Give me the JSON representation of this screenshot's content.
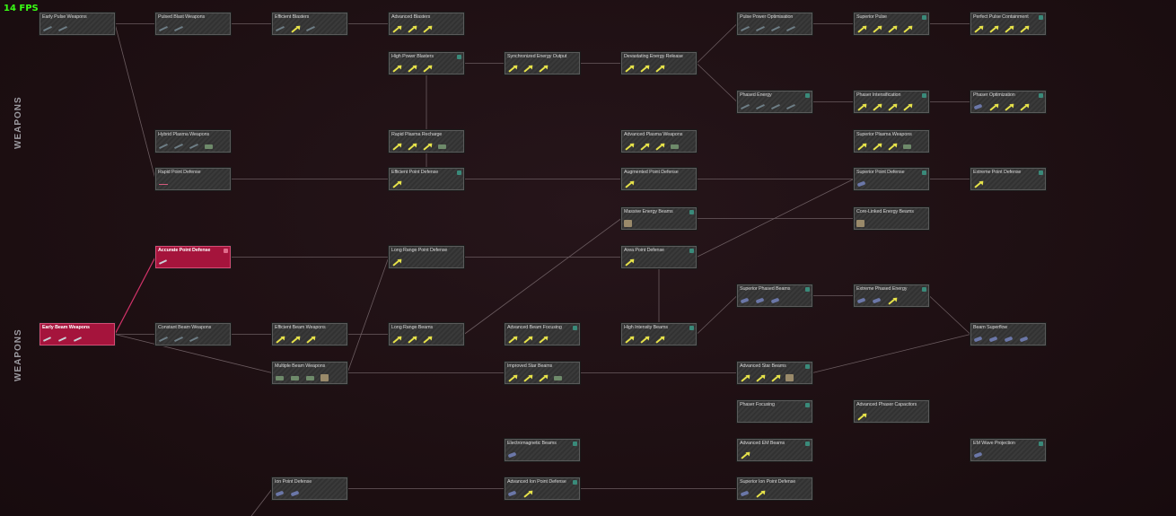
{
  "fps": "14 FPS",
  "sections": [
    "WEAPONS",
    "WEAPONS"
  ],
  "nodes": [
    {
      "title": "Early Pulse Weapons",
      "icons": [
        "g",
        "g"
      ],
      "status": false,
      "selected": false
    },
    {
      "title": "Pulsed Blast Weapons",
      "icons": [
        "g",
        "g"
      ],
      "status": false,
      "selected": false
    },
    {
      "title": "Efficient Blasters",
      "icons": [
        "g",
        "y",
        "g"
      ],
      "status": false,
      "selected": false
    },
    {
      "title": "Advanced Blasters",
      "icons": [
        "y",
        "y",
        "y"
      ],
      "status": false,
      "selected": false
    },
    {
      "title": "High Power Blasters",
      "icons": [
        "y",
        "y",
        "y"
      ],
      "status": true,
      "selected": false
    },
    {
      "title": "Synchronized Energy Output",
      "icons": [
        "y",
        "y",
        "y"
      ],
      "status": false,
      "selected": false
    },
    {
      "title": "Devastating Energy Release",
      "icons": [
        "y",
        "y",
        "y"
      ],
      "status": false,
      "selected": false
    },
    {
      "title": "Pulse Power Optimisation",
      "icons": [
        "g",
        "g",
        "g",
        "g"
      ],
      "status": false,
      "selected": false
    },
    {
      "title": "Superior Pulse",
      "icons": [
        "y",
        "y",
        "y",
        "y"
      ],
      "status": true,
      "selected": false
    },
    {
      "title": "Perfect Pulse Containment",
      "icons": [
        "y",
        "y",
        "y",
        "y"
      ],
      "status": true,
      "selected": false
    },
    {
      "title": "Phased Energy",
      "icons": [
        "g",
        "g",
        "g",
        "g"
      ],
      "status": true,
      "selected": false
    },
    {
      "title": "Phaser Intensification",
      "icons": [
        "y",
        "y",
        "y",
        "y"
      ],
      "status": true,
      "selected": false
    },
    {
      "title": "Phaser Optimization",
      "icons": [
        "b",
        "y",
        "y",
        "y"
      ],
      "status": true,
      "selected": false
    },
    {
      "title": "Hybrid Plasma Weapons",
      "icons": [
        "g",
        "g",
        "g",
        "p"
      ],
      "status": false,
      "selected": false
    },
    {
      "title": "Rapid Plasma Recharge",
      "icons": [
        "y",
        "y",
        "y",
        "p"
      ],
      "status": false,
      "selected": false
    },
    {
      "title": "Advanced Plasma Weapons",
      "icons": [
        "y",
        "y",
        "y",
        "p"
      ],
      "status": false,
      "selected": false
    },
    {
      "title": "Superior Plasma Weapons",
      "icons": [
        "y",
        "y",
        "y",
        "p"
      ],
      "status": false,
      "selected": false
    },
    {
      "title": "Rapid Point Defense",
      "icons": [
        "r"
      ],
      "status": false,
      "selected": false
    },
    {
      "title": "Efficient Point Defense",
      "icons": [
        "y"
      ],
      "status": true,
      "selected": false
    },
    {
      "title": "Augmented Point Defense",
      "icons": [
        "y"
      ],
      "status": false,
      "selected": false
    },
    {
      "title": "Superior Point Defense",
      "icons": [
        "b"
      ],
      "status": true,
      "selected": false
    },
    {
      "title": "Extreme Point Defense",
      "icons": [
        "y"
      ],
      "status": true,
      "selected": false
    },
    {
      "title": "Massive Energy Beams",
      "icons": [
        "m"
      ],
      "status": true,
      "selected": false
    },
    {
      "title": "Core-Linked Energy Beams",
      "icons": [
        "m"
      ],
      "status": false,
      "selected": false
    },
    {
      "title": "Accurate Point Defense",
      "icons": [
        "w"
      ],
      "status": true,
      "selected": true
    },
    {
      "title": "Long Range Point Defense",
      "icons": [
        "y"
      ],
      "status": false,
      "selected": false
    },
    {
      "title": "Area Point Defense",
      "icons": [
        "y"
      ],
      "status": true,
      "selected": false
    },
    {
      "title": "Superior Phased Beams",
      "icons": [
        "b",
        "b",
        "b"
      ],
      "status": true,
      "selected": false
    },
    {
      "title": "Extreme Phased Energy",
      "icons": [
        "b",
        "b",
        "y"
      ],
      "status": true,
      "selected": false
    },
    {
      "title": "Early Beam Weapons",
      "icons": [
        "w",
        "w",
        "w"
      ],
      "status": false,
      "selected": true
    },
    {
      "title": "Constant Beam Weapons",
      "icons": [
        "g",
        "g",
        "g"
      ],
      "status": false,
      "selected": false
    },
    {
      "title": "Efficient Beam Weapons",
      "icons": [
        "y",
        "y",
        "y"
      ],
      "status": false,
      "selected": false
    },
    {
      "title": "Long Range Beams",
      "icons": [
        "y",
        "y",
        "y"
      ],
      "status": false,
      "selected": false
    },
    {
      "title": "Advanced Beam Focusing",
      "icons": [
        "y",
        "y",
        "y"
      ],
      "status": true,
      "selected": false
    },
    {
      "title": "High Intensity Beams",
      "icons": [
        "y",
        "y",
        "y"
      ],
      "status": true,
      "selected": false
    },
    {
      "title": "Beam Superflow",
      "icons": [
        "b",
        "b",
        "b",
        "b"
      ],
      "status": false,
      "selected": false
    },
    {
      "title": "Multiple Beam Weapons",
      "icons": [
        "p",
        "p",
        "p",
        "m"
      ],
      "status": false,
      "selected": false
    },
    {
      "title": "Improved Star Beams",
      "icons": [
        "y",
        "y",
        "y",
        "p"
      ],
      "status": false,
      "selected": false
    },
    {
      "title": "Advanced Star Beams",
      "icons": [
        "y",
        "y",
        "y",
        "m"
      ],
      "status": true,
      "selected": false
    },
    {
      "title": "Phaser Focusing",
      "icons": [],
      "status": true,
      "selected": false
    },
    {
      "title": "Advanced Phaser Capacitors",
      "icons": [
        "y"
      ],
      "status": false,
      "selected": false
    },
    {
      "title": "Electromagnetic Beams",
      "icons": [
        "b"
      ],
      "status": true,
      "selected": false
    },
    {
      "title": "Advanced EM Beams",
      "icons": [
        "y"
      ],
      "status": true,
      "selected": false
    },
    {
      "title": "EM Wave Projection",
      "icons": [
        "b"
      ],
      "status": true,
      "selected": false
    },
    {
      "title": "Ion Point Defense",
      "icons": [
        "b",
        "b"
      ],
      "status": false,
      "selected": false
    },
    {
      "title": "Advanced Ion Point Defense",
      "icons": [
        "b",
        "y"
      ],
      "status": true,
      "selected": false
    },
    {
      "title": "Superior Ion Point Defense",
      "icons": [
        "b",
        "y"
      ],
      "status": false,
      "selected": false
    }
  ]
}
